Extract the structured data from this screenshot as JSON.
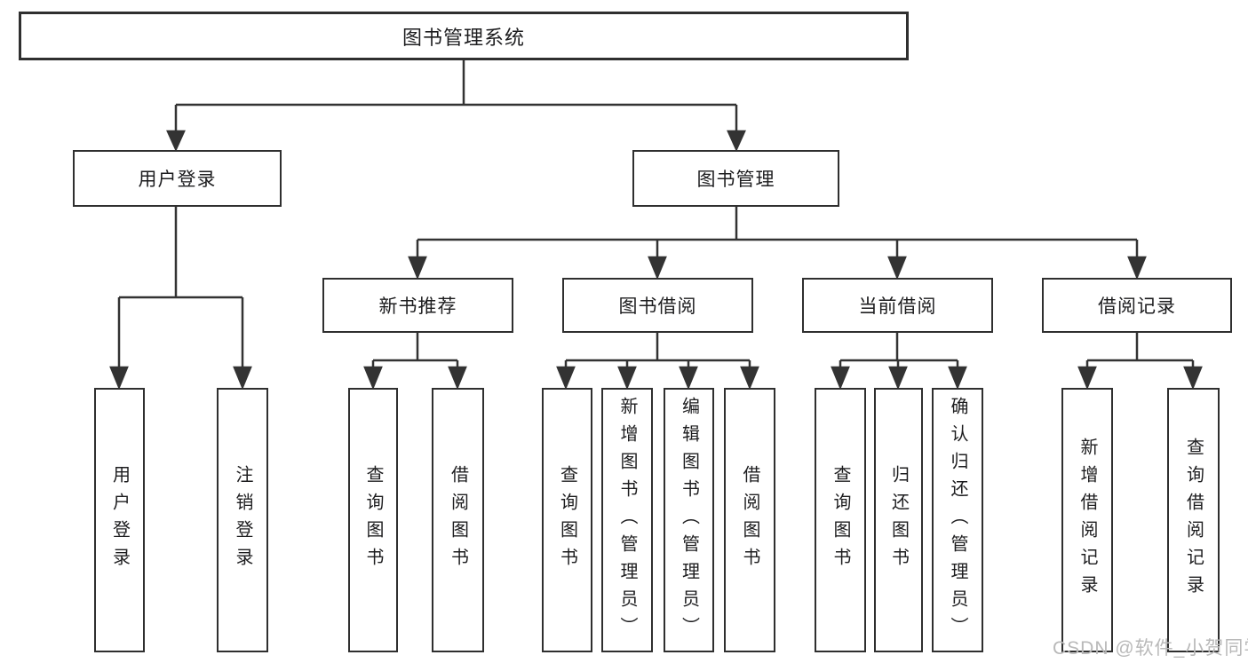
{
  "tree": {
    "root": "图书管理系统",
    "login": {
      "label": "用户登录",
      "children": [
        "用户登录",
        "注销登录"
      ]
    },
    "mgmt": {
      "label": "图书管理",
      "groups": [
        {
          "label": "新书推荐",
          "children": [
            "查询图书",
            "借阅图书"
          ]
        },
        {
          "label": "图书借阅",
          "children": [
            "查询图书",
            "新增图书（管理员）",
            "编辑图书（管理员）",
            "借阅图书"
          ]
        },
        {
          "label": "当前借阅",
          "children": [
            "查询图书",
            "归还图书",
            "确认归还（管理员）"
          ]
        },
        {
          "label": "借阅记录",
          "children": [
            "新增借阅记录",
            "查询借阅记录"
          ]
        }
      ]
    }
  },
  "watermark": "CSDN @软件_小贺同学",
  "colors": {
    "line": "#333333",
    "text": "#1d1d1f",
    "watermark": "#b9b9b9",
    "background": "#ffffff"
  }
}
